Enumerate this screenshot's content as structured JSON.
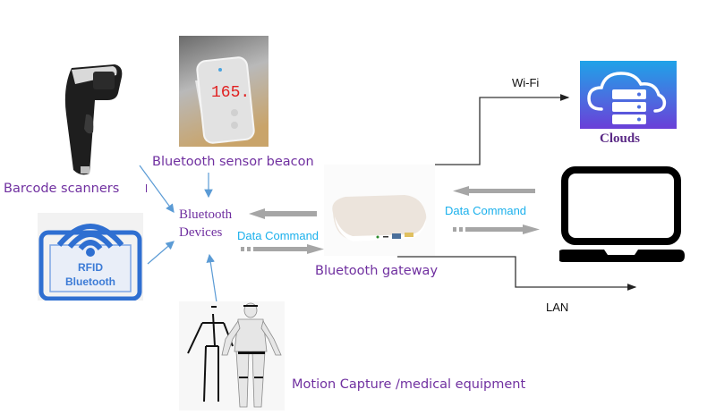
{
  "diagram": {
    "title": "Bluetooth gateway data flow",
    "nodes": {
      "barcode": {
        "label": "Barcode scanners"
      },
      "beacon": {
        "label": "Bluetooth sensor beacon",
        "display_value": "165."
      },
      "rfid": {
        "label_line1": "RFID",
        "label_line2": "Bluetooth"
      },
      "devices": {
        "label_line1": "Bluetooth",
        "label_line2": "Devices"
      },
      "motion": {
        "label": "Motion Capture /medical equipment"
      },
      "gateway": {
        "label": "Bluetooth gateway"
      },
      "clouds": {
        "label": "Clouds"
      },
      "laptop": {
        "label": ""
      }
    },
    "edges": {
      "devices_gateway": {
        "label": "Data Command"
      },
      "gateway_laptop": {
        "label": "Data Command"
      },
      "wifi": {
        "label": "Wi-Fi"
      },
      "lan": {
        "label": "LAN"
      }
    },
    "colors": {
      "purple": "#7030a0",
      "cyan": "#1ab0ec",
      "arrow_blue": "#5b9bd5",
      "arrow_gray": "#a6a6a6",
      "cloud_gradient_top": "#1fa3e8",
      "cloud_gradient_bottom": "#6a3fd8",
      "rfid_blue": "#2f6fd1"
    }
  }
}
